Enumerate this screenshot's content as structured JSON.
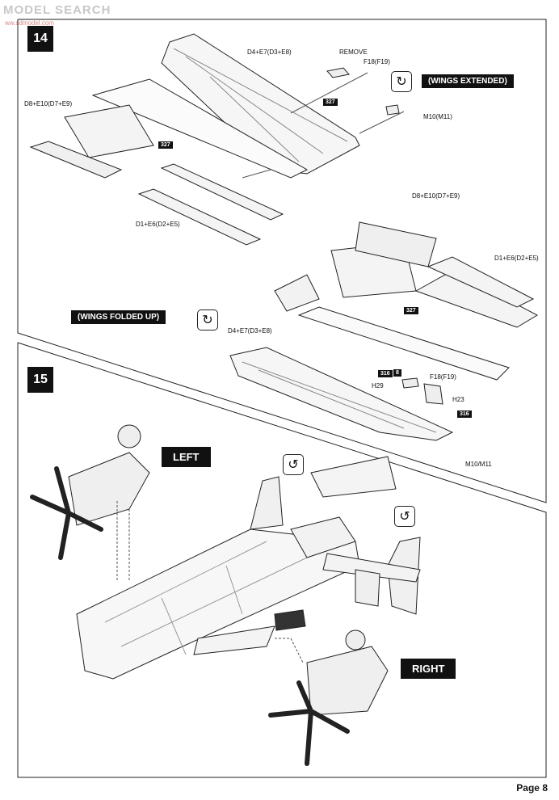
{
  "watermark": {
    "text": "MODEL SEARCH",
    "sub": "ww.sdmodel.com"
  },
  "step14": {
    "number": "14",
    "wings_extended": "(WINGS EXTENDED)",
    "wings_folded": "(WINGS FOLDED UP)",
    "labels": {
      "d4_top": "D4+E7(D3+E8)",
      "remove": "REMOVE",
      "f18_top": "F18(F19)",
      "d8_left": "D8+E10(D7+E9)",
      "m10": "M10(M11)",
      "d1_left": "D1+E6(D2+E5)",
      "d8_right": "D8+E10(D7+E9)",
      "d1_right": "D1+E6(D2+E5)",
      "d4_bottom": "D4+E7(D3+E8)",
      "f18_bottom": "F18(F19)",
      "h29": "H29",
      "h23": "H23",
      "m10_bottom": "M10/M11"
    },
    "tags": {
      "t327a": "327",
      "t327b": "327",
      "t327c": "327",
      "t316a": "316",
      "t8": "8",
      "t316b": "316"
    }
  },
  "step15": {
    "number": "15",
    "left": "LEFT",
    "right": "RIGHT"
  },
  "page": "Page 8"
}
